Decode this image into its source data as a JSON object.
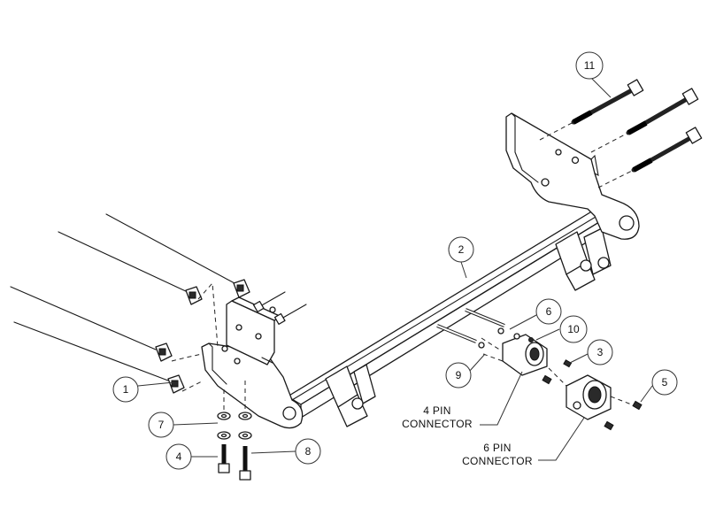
{
  "callouts": {
    "c1": "1",
    "c2": "2",
    "c3": "3",
    "c4": "4",
    "c5": "5",
    "c6": "6",
    "c7": "7",
    "c8": "8",
    "c9": "9",
    "c10": "10",
    "c11": "11"
  },
  "labels": {
    "four_pin_line1": "4 PIN",
    "four_pin_line2": "CONNECTOR",
    "six_pin_line1": "6 PIN",
    "six_pin_line2": "CONNECTOR"
  }
}
